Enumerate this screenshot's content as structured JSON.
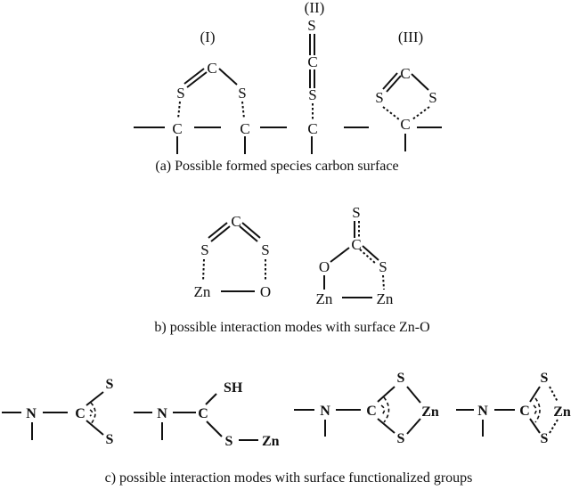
{
  "panel_a": {
    "species": [
      "(I)",
      "(II)",
      "(III)"
    ],
    "caption": "(a) Possible formed species carbon surface",
    "atoms": {
      "carbon": "C",
      "sulfur": "S"
    }
  },
  "panel_b": {
    "caption": "b) possible interaction modes with surface Zn-O",
    "atoms": {
      "carbon": "C",
      "sulfur": "S",
      "zinc": "Zn",
      "oxygen": "O"
    }
  },
  "panel_c": {
    "caption": "c) possible interaction modes with surface functionalized groups",
    "atoms": {
      "nitrogen": "N",
      "carbon": "C",
      "sulfur": "S",
      "thiol": "SH",
      "zinc": "Zn"
    }
  }
}
